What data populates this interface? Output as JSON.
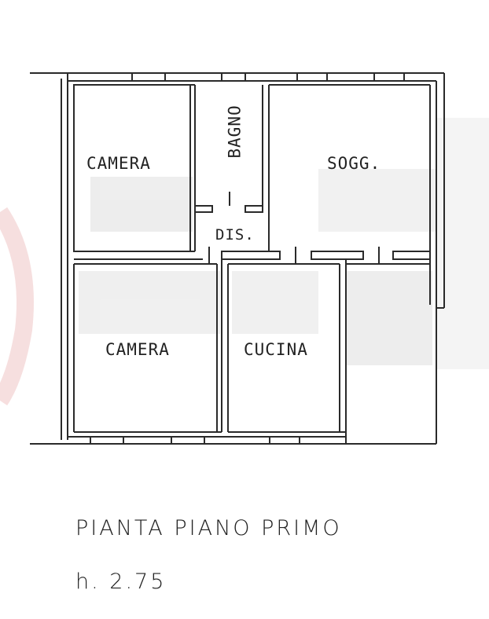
{
  "plan": {
    "rooms": [
      {
        "id": "camera-1",
        "label": "CAMERA"
      },
      {
        "id": "bagno",
        "label": "BAGNO"
      },
      {
        "id": "soggiorno",
        "label": "SOGG."
      },
      {
        "id": "disimpegno",
        "label": "DIS."
      },
      {
        "id": "camera-2",
        "label": "CAMERA"
      },
      {
        "id": "cucina",
        "label": "CUCINA"
      }
    ],
    "title": "PIANTA PIANO PRIMO",
    "height": "h. 2.75"
  },
  "colors": {
    "wall": "#2a2a2a",
    "text": "#222222",
    "watermark": "#e8e8e8",
    "watermark_red": "#f6dcdc"
  }
}
